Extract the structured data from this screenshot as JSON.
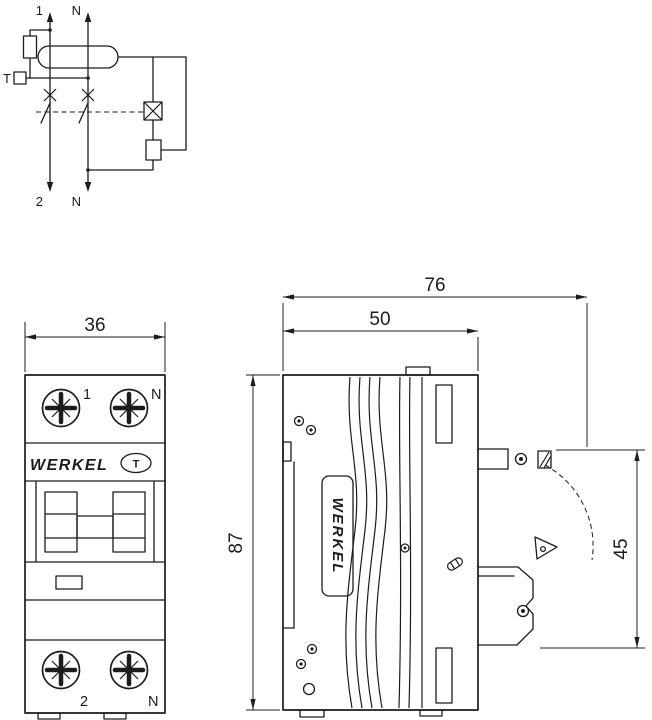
{
  "schematic": {
    "line_top": "1",
    "neutral_top": "N",
    "test": "T",
    "line_bottom": "2",
    "neutral_bottom": "N"
  },
  "front": {
    "width": "36",
    "top_left_terminal": "1",
    "top_right_terminal": "N",
    "brand": "WERKEL",
    "test_button": "T",
    "bottom_left_terminal": "2",
    "bottom_right_terminal": "N"
  },
  "side": {
    "overall_depth": "76",
    "body_depth": "50",
    "height": "87",
    "clip_span": "45",
    "brand": "WERKEL"
  }
}
